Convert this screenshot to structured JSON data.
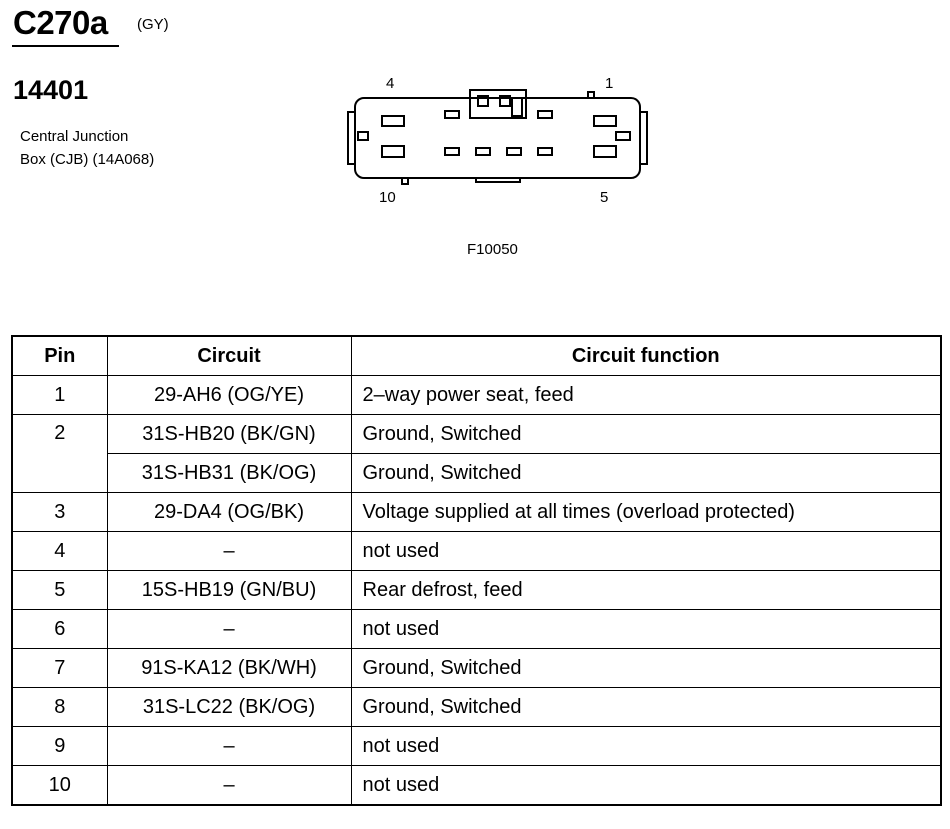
{
  "connector": {
    "id": "C270a",
    "color": "(GY)",
    "part_number": "14401",
    "description_line1": "Central Junction",
    "description_line2": "Box (CJB) (14A068)"
  },
  "diagram": {
    "pin_labels": {
      "top_left": "4",
      "top_right": "1",
      "bottom_left": "10",
      "bottom_right": "5"
    },
    "figure_code": "F10050"
  },
  "table": {
    "headers": [
      "Pin",
      "Circuit",
      "Circuit function"
    ],
    "rows": [
      {
        "pin": "1",
        "circuit": "29-AH6 (OG/YE)",
        "function": "2–way power seat, feed"
      },
      {
        "pin": "2",
        "circuit": "31S-HB20 (BK/GN)",
        "function": "Ground, Switched"
      },
      {
        "pin": "",
        "circuit": "31S-HB31 (BK/OG)",
        "function": "Ground, Switched"
      },
      {
        "pin": "3",
        "circuit": "29-DA4 (OG/BK)",
        "function": "Voltage supplied at all times (overload protected)"
      },
      {
        "pin": "4",
        "circuit": "–",
        "function": "not used"
      },
      {
        "pin": "5",
        "circuit": "15S-HB19 (GN/BU)",
        "function": "Rear defrost, feed"
      },
      {
        "pin": "6",
        "circuit": "–",
        "function": "not used"
      },
      {
        "pin": "7",
        "circuit": "91S-KA12 (BK/WH)",
        "function": "Ground, Switched"
      },
      {
        "pin": "8",
        "circuit": "31S-LC22 (BK/OG)",
        "function": "Ground, Switched"
      },
      {
        "pin": "9",
        "circuit": "–",
        "function": "not used"
      },
      {
        "pin": "10",
        "circuit": "–",
        "function": "not used"
      }
    ]
  }
}
